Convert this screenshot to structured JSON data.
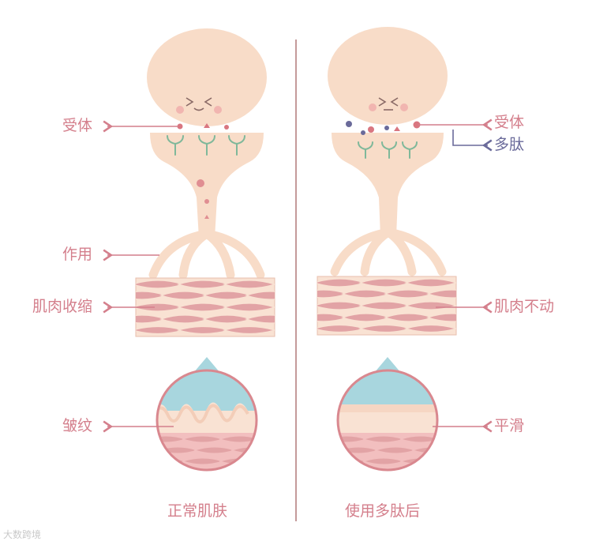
{
  "left": {
    "labels": {
      "receptor": "受体",
      "action": "作用",
      "contraction": "肌肉收缩",
      "wrinkle": "皱纹"
    },
    "caption": "正常肌肤"
  },
  "right": {
    "labels": {
      "receptor": "受体",
      "peptide": "多肽",
      "still": "肌肉不动",
      "smooth": "平滑"
    },
    "caption": "使用多肽后"
  },
  "watermark": "大数跨境",
  "colors": {
    "skin": "#f8dcc8",
    "label_pink": "#d47f8c",
    "peptide_blue": "#6a6a9a",
    "receptor_green": "#7fb89a",
    "muscle": "#e2a3a5",
    "water_blue": "#a8d6de",
    "divider": "#c49a9a"
  }
}
